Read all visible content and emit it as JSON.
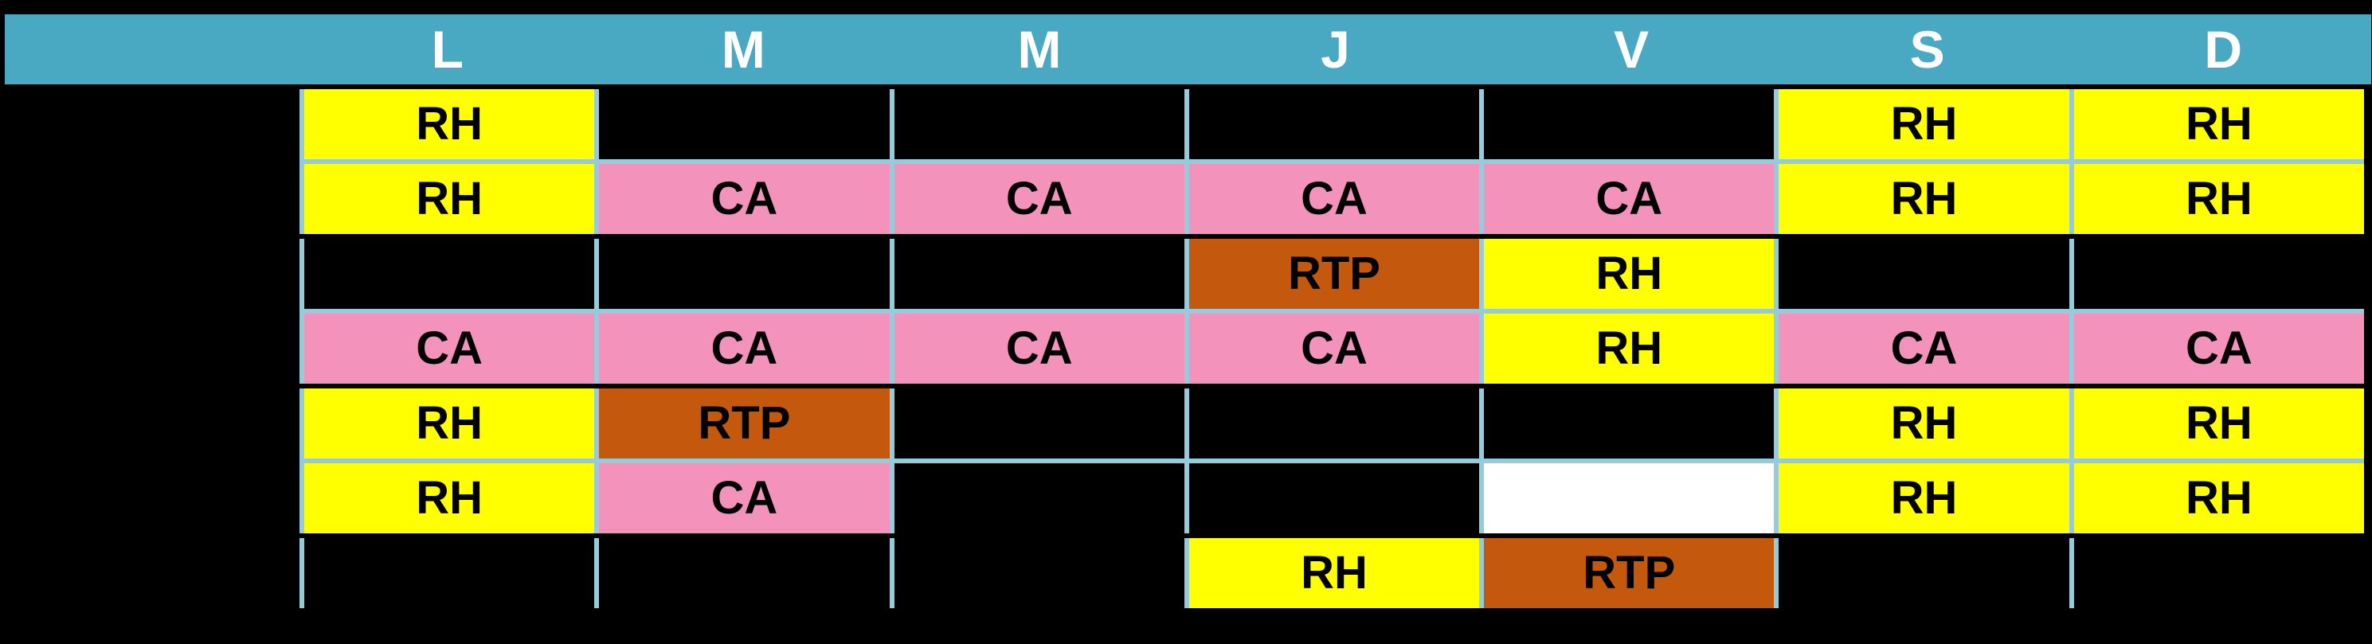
{
  "chart_data": {
    "type": "table",
    "title": "",
    "columns": [
      "L",
      "M",
      "M",
      "J",
      "V",
      "S",
      "D"
    ],
    "rows": [
      {
        "cells": [
          {
            "text": "RH",
            "type": "rh"
          },
          {
            "text": "",
            "type": "empty"
          },
          {
            "text": "",
            "type": "empty"
          },
          {
            "text": "",
            "type": "empty"
          },
          {
            "text": "",
            "type": "empty"
          },
          {
            "text": "RH",
            "type": "rh"
          },
          {
            "text": "RH",
            "type": "rh"
          }
        ]
      },
      {
        "cells": [
          {
            "text": "RH",
            "type": "rh"
          },
          {
            "text": "CA",
            "type": "ca"
          },
          {
            "text": "CA",
            "type": "ca"
          },
          {
            "text": "CA",
            "type": "ca"
          },
          {
            "text": "CA",
            "type": "ca"
          },
          {
            "text": "RH",
            "type": "rh"
          },
          {
            "text": "RH",
            "type": "rh"
          }
        ]
      },
      {
        "cells": [
          {
            "text": "",
            "type": "empty"
          },
          {
            "text": "",
            "type": "empty"
          },
          {
            "text": "",
            "type": "empty"
          },
          {
            "text": "RTP",
            "type": "rtp"
          },
          {
            "text": "RH",
            "type": "rh"
          },
          {
            "text": "",
            "type": "empty"
          },
          {
            "text": "",
            "type": "empty"
          }
        ]
      },
      {
        "cells": [
          {
            "text": "CA",
            "type": "ca"
          },
          {
            "text": "CA",
            "type": "ca"
          },
          {
            "text": "CA",
            "type": "ca"
          },
          {
            "text": "CA",
            "type": "ca"
          },
          {
            "text": "RH",
            "type": "rh"
          },
          {
            "text": "CA",
            "type": "ca"
          },
          {
            "text": "CA",
            "type": "ca"
          }
        ]
      },
      {
        "cells": [
          {
            "text": "RH",
            "type": "rh"
          },
          {
            "text": "RTP",
            "type": "rtp"
          },
          {
            "text": "",
            "type": "empty"
          },
          {
            "text": "",
            "type": "empty"
          },
          {
            "text": "",
            "type": "empty"
          },
          {
            "text": "RH",
            "type": "rh"
          },
          {
            "text": "RH",
            "type": "rh"
          }
        ]
      },
      {
        "cells": [
          {
            "text": "RH",
            "type": "rh"
          },
          {
            "text": "CA",
            "type": "ca"
          },
          {
            "text": "",
            "type": "empty"
          },
          {
            "text": "",
            "type": "empty"
          },
          {
            "text": "",
            "type": "blank"
          },
          {
            "text": "RH",
            "type": "rh"
          },
          {
            "text": "RH",
            "type": "rh"
          }
        ]
      },
      {
        "cells": [
          {
            "text": "",
            "type": "empty"
          },
          {
            "text": "",
            "type": "empty"
          },
          {
            "text": "",
            "type": "empty"
          },
          {
            "text": "RH",
            "type": "rh"
          },
          {
            "text": "RTP",
            "type": "rtp"
          },
          {
            "text": "",
            "type": "empty"
          },
          {
            "text": "",
            "type": "empty"
          }
        ]
      }
    ],
    "dividers_after_rows": [
      "blue",
      "black",
      "blue",
      "black",
      "blue",
      "black",
      ""
    ],
    "legend": {
      "RH": "yellow cell",
      "CA": "pink cell",
      "RTP": "orange cell",
      "empty": "black cell",
      "blank": "white cell"
    },
    "layout_hints": {
      "left_label_column": "empty black column before day columns",
      "grid": "7 columns x 7 rows"
    }
  },
  "colors": {
    "rh": "#FFFF00",
    "ca": "#F392BB",
    "rtp": "#C4590E",
    "empty": "#000000",
    "blank": "#FFFFFF",
    "border": "#96CBDC",
    "header_bg": "#4AA9C2",
    "header_text": "#FFFFFF",
    "cell_text": "#000000",
    "page_bg": "#000000"
  }
}
